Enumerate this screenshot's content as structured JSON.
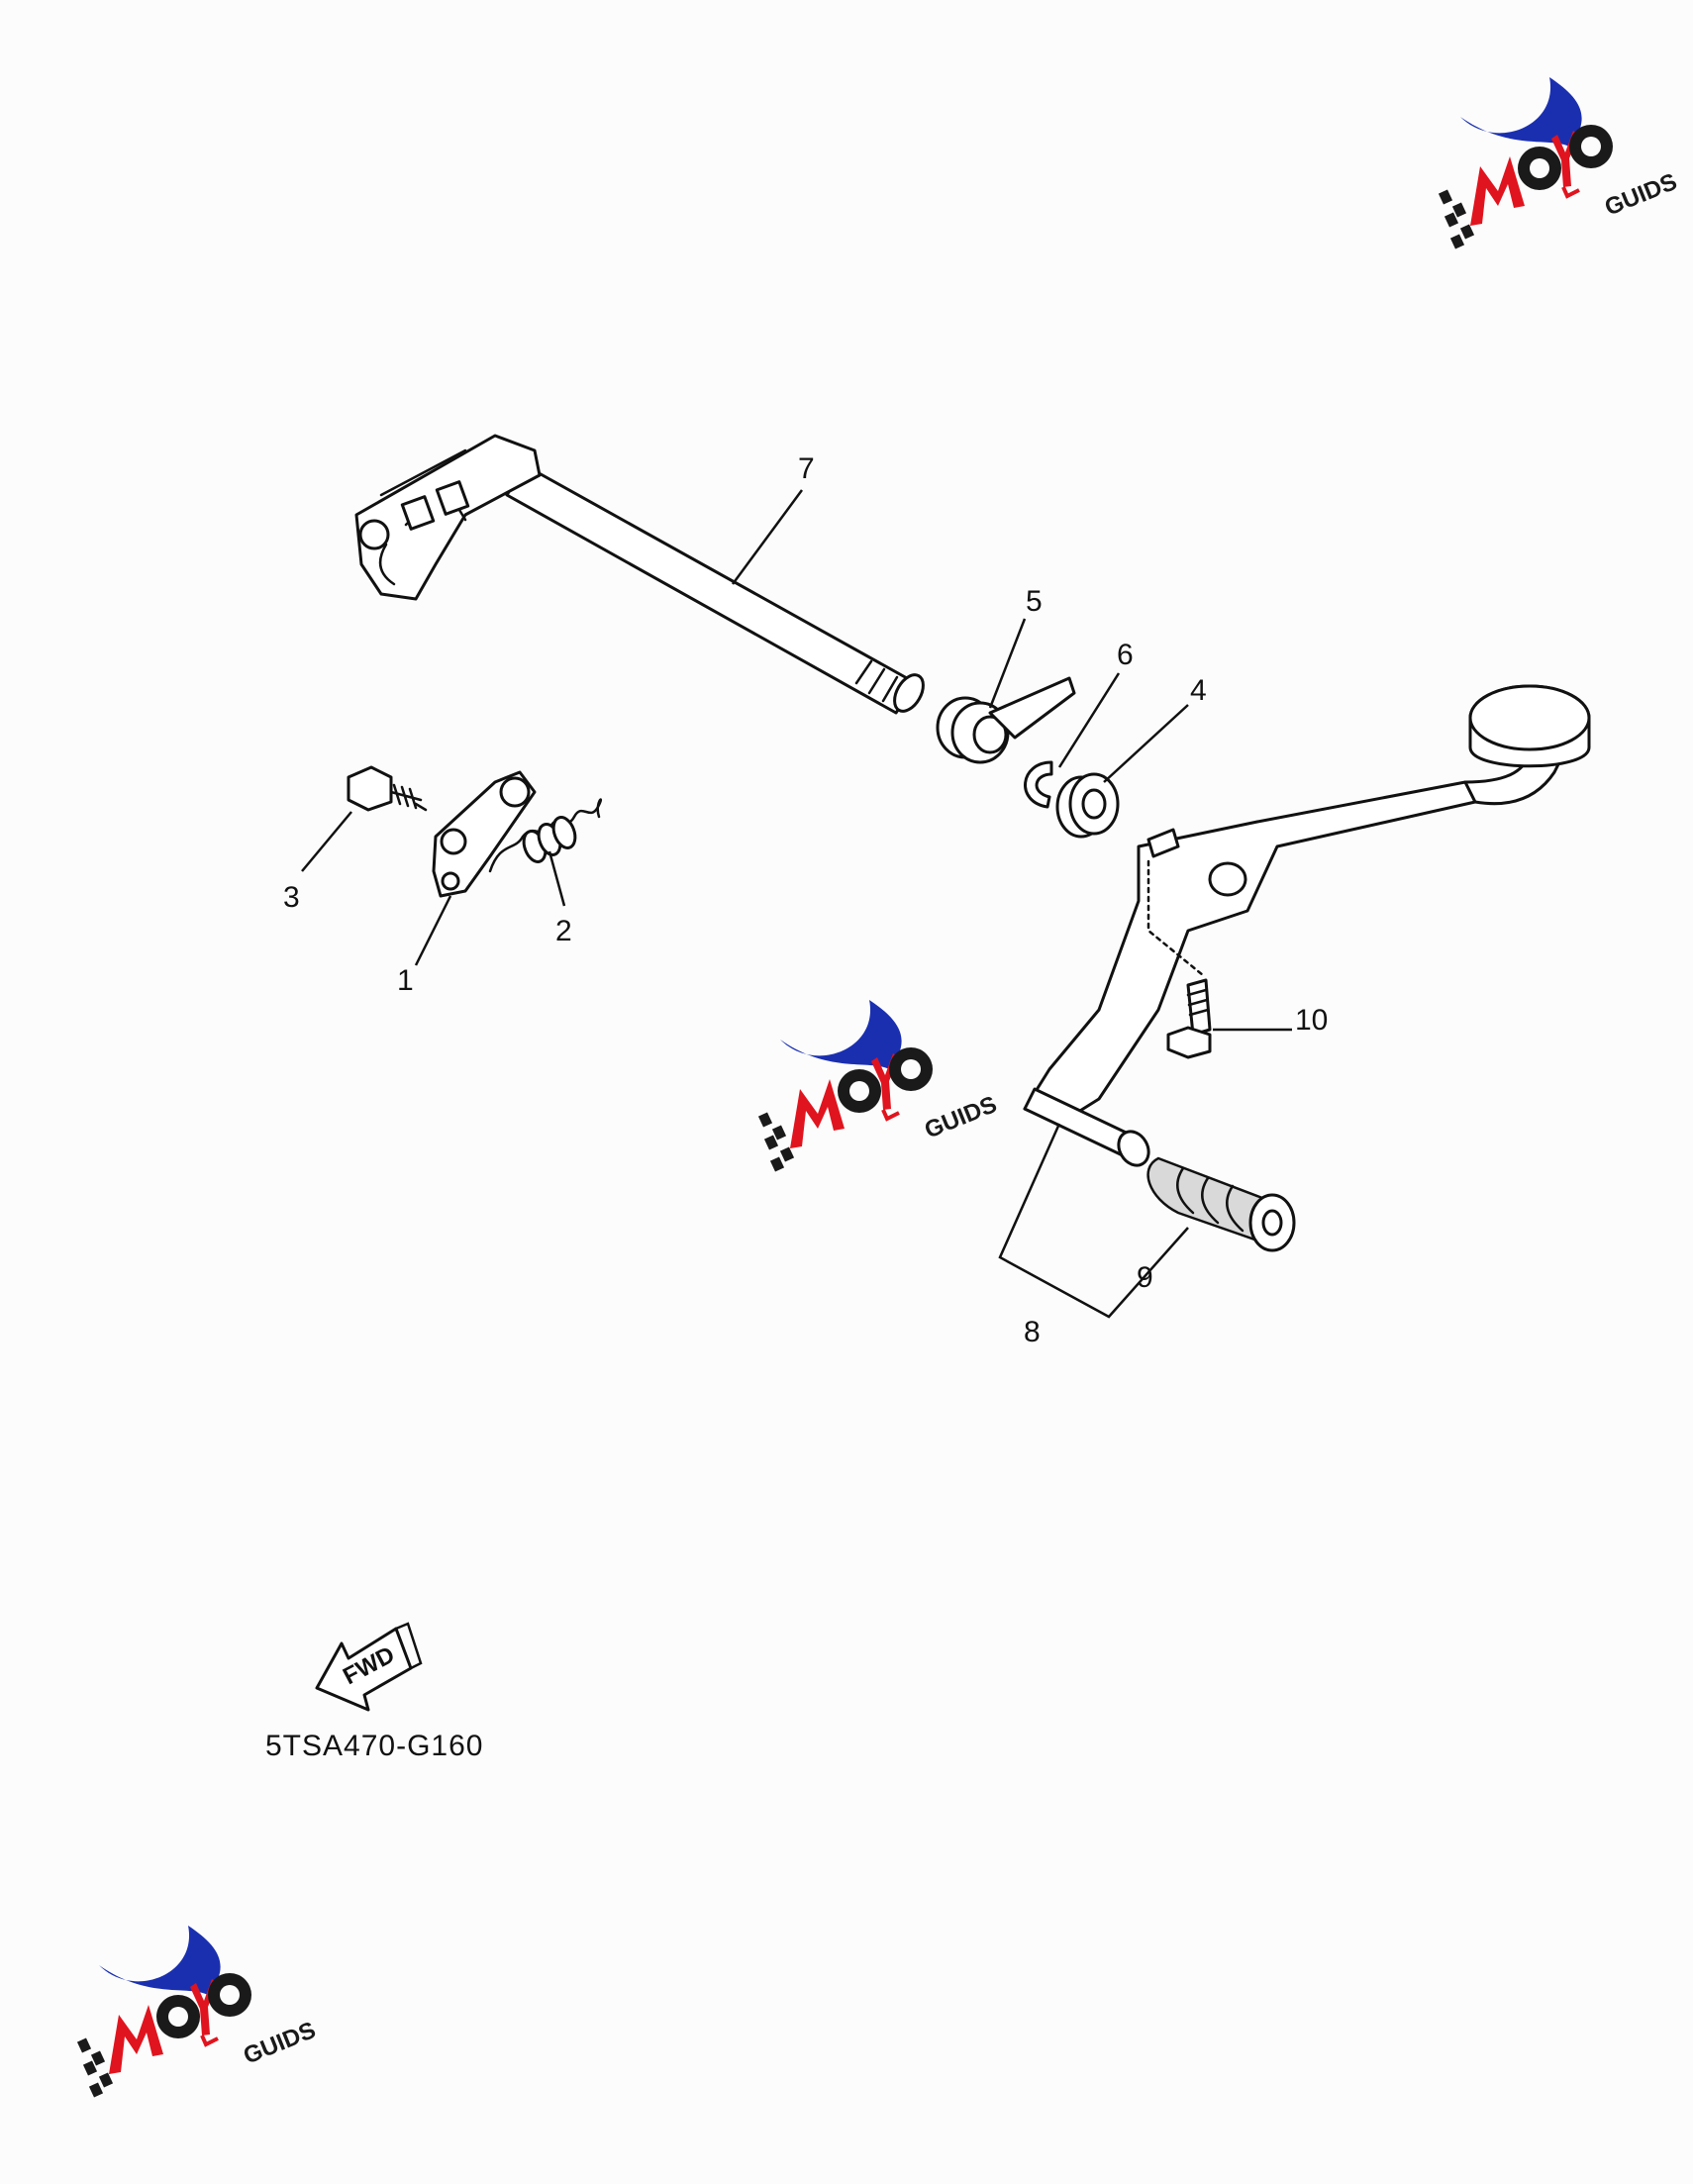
{
  "diagram": {
    "callouts": [
      "1",
      "2",
      "3",
      "4",
      "5",
      "6",
      "7",
      "8",
      "9",
      "10"
    ],
    "fwd_label": "FWD",
    "figure_code": "5TSA470-G160"
  },
  "watermark": {
    "brand": "MOTO",
    "suffix": "GUIDS",
    "colors": {
      "swoosh": "#1a2fb0",
      "red": "#e0141e",
      "dark": "#1a1a1a"
    }
  }
}
